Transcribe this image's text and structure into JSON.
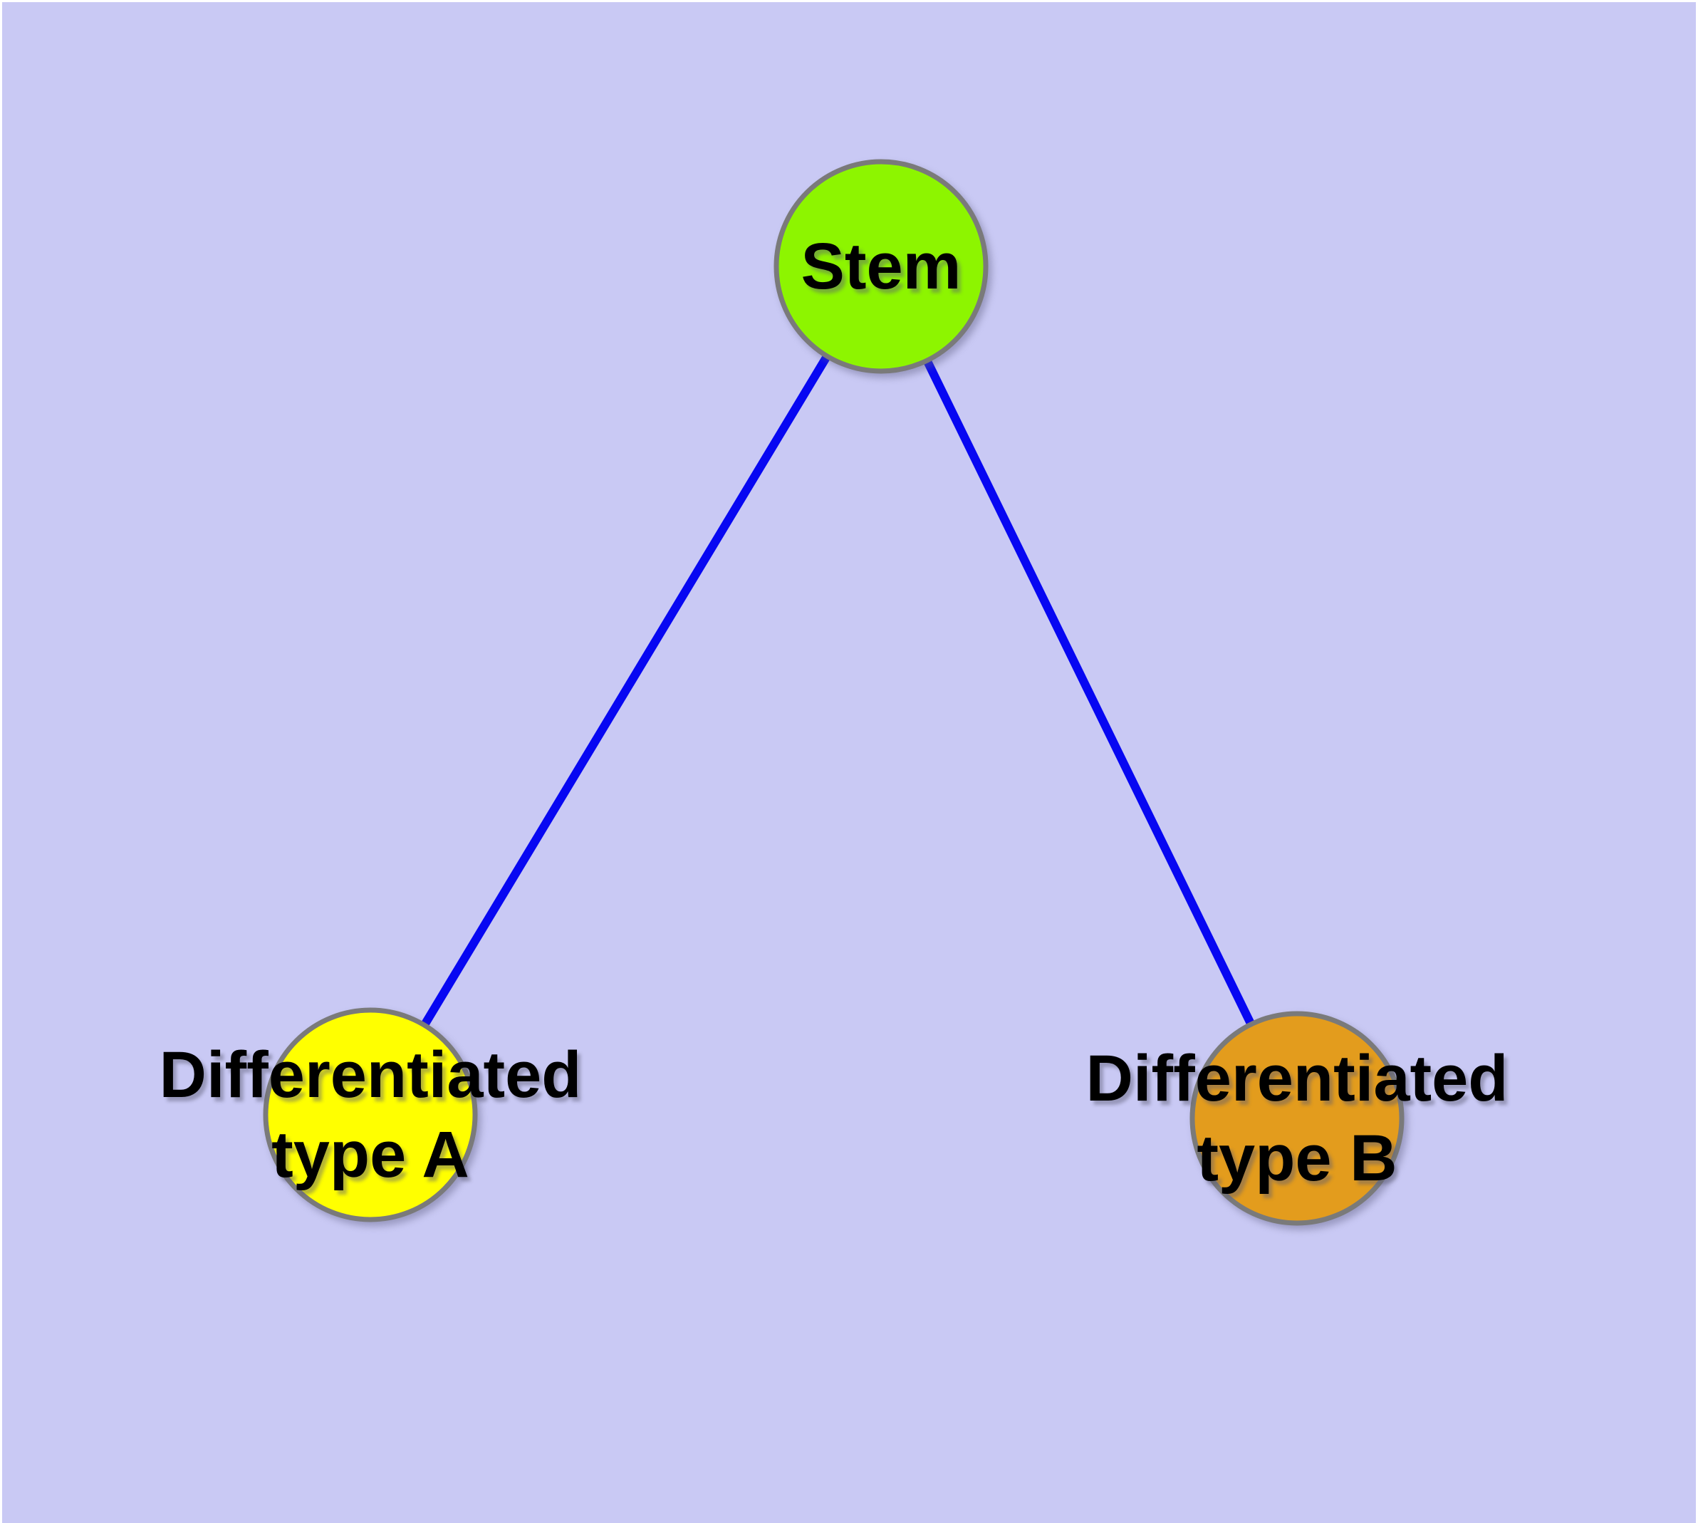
{
  "diagram": {
    "background_color": "#C9C9F4",
    "frame_color": "#FFFFFF",
    "edge_color": "#0707F2",
    "node_border_color": "#7A7A7A",
    "label_color": "#000000",
    "nodes": [
      {
        "id": "stem",
        "label": "Stem",
        "fill": "#8DF500"
      },
      {
        "id": "differentiated-type-a",
        "label": "Differentiated\ntype A",
        "fill": "#FFFF00"
      },
      {
        "id": "differentiated-type-b",
        "label": "Differentiated\ntype B",
        "fill": "#E39C1D"
      }
    ],
    "edges": [
      {
        "from": "stem",
        "to": "differentiated-type-a"
      },
      {
        "from": "stem",
        "to": "differentiated-type-b"
      }
    ]
  }
}
